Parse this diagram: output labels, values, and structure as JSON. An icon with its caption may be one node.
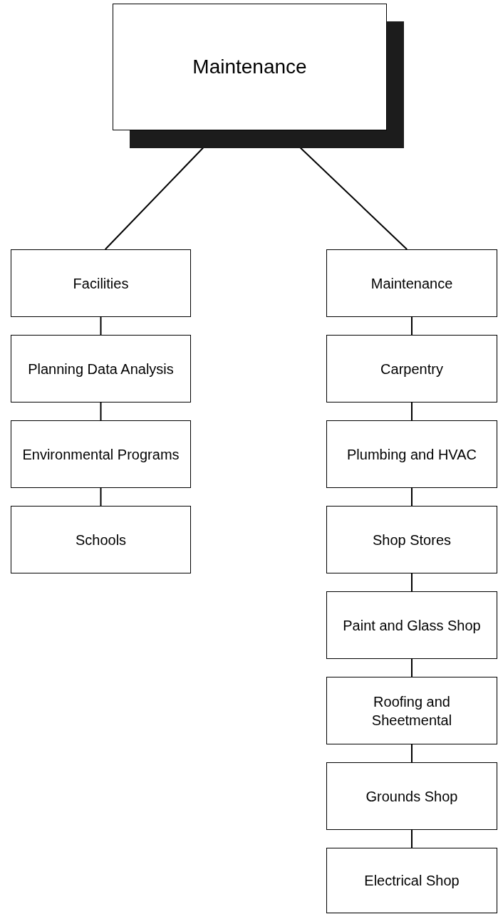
{
  "diagram": {
    "nodes": [
      {
        "text": [
          "Maintenance"
        ]
      },
      {
        "text": [
          "Facilities"
        ]
      },
      {
        "text": [
          "Planning Data Analysis"
        ]
      },
      {
        "text": [
          "Environmental Programs"
        ]
      },
      {
        "text": [
          "Schools"
        ]
      },
      {
        "text": [
          "Maintenance"
        ]
      },
      {
        "text": [
          "Carpentry"
        ]
      },
      {
        "text": [
          "Plumbing and HVAC"
        ]
      },
      {
        "text": [
          "Shop Stores"
        ]
      },
      {
        "text": [
          "Paint and Glass Shop"
        ]
      },
      {
        "text": [
          "Roofing and Sheetmental"
        ]
      },
      {
        "text": [
          "Grounds Shop"
        ]
      },
      {
        "text": [
          "Electrical Shop"
        ]
      }
    ],
    "edges": [
      {
        "from": 0,
        "to": 1,
        "arrow": "none"
      },
      {
        "from": 0,
        "to": 5,
        "arrow": "none"
      },
      {
        "from": 1,
        "to": 2,
        "arrow": "none"
      },
      {
        "from": 2,
        "to": 3,
        "arrow": "none"
      },
      {
        "from": 3,
        "to": 4,
        "arrow": "none"
      },
      {
        "from": 5,
        "to": 6,
        "arrow": "none"
      },
      {
        "from": 6,
        "to": 7,
        "arrow": "none"
      },
      {
        "from": 7,
        "to": 8,
        "arrow": "none"
      },
      {
        "from": 8,
        "to": 9,
        "arrow": "none"
      },
      {
        "from": 9,
        "to": 10,
        "arrow": "none"
      },
      {
        "from": 10,
        "to": 11,
        "arrow": "none"
      },
      {
        "from": 11,
        "to": 12,
        "arrow": "none"
      }
    ]
  }
}
